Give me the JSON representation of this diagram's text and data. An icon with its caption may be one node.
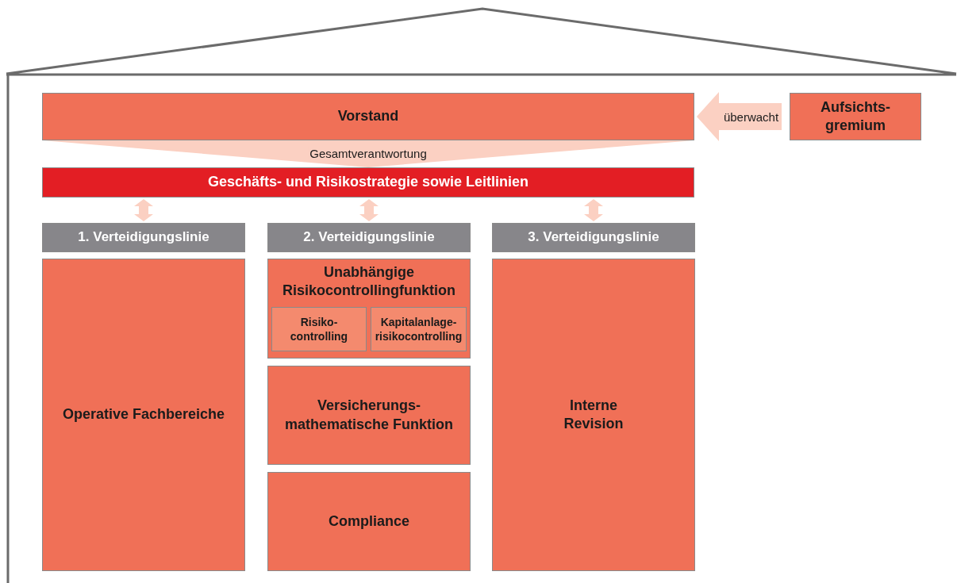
{
  "diagram": {
    "nodes": [
      {
        "text": [
          "Vorstand"
        ]
      },
      {
        "text": [
          "Aufsichts- gremium"
        ]
      },
      {
        "text": [
          "Geschäfts- und Risikostrategie sowie Leitlinien"
        ]
      },
      {
        "text": [
          "1. Verteidigungslinie"
        ]
      },
      {
        "text": [
          "2. Verteidigungslinie"
        ]
      },
      {
        "text": [
          "3. Verteidigungslinie"
        ]
      },
      {
        "text": [
          "Operative Fachbereiche"
        ]
      },
      {
        "text": [
          "Unabhängige Risikocontrollingfunktion"
        ]
      },
      {
        "text": [
          "Risiko- controlling"
        ],
        "in": 7
      },
      {
        "text": [
          "Kapitalanlage- risikocontrolling"
        ],
        "in": 7
      },
      {
        "text": [
          "Versicherungs- mathematische Funktion"
        ]
      },
      {
        "text": [
          "Compliance"
        ]
      },
      {
        "text": [
          "Interne Revision"
        ]
      }
    ],
    "edges": [
      {
        "from": 1,
        "to": 0,
        "arrow": "to",
        "label": "überwacht"
      },
      {
        "from": 0,
        "to": 2,
        "arrow": "none",
        "label": "Gesamtverantwortung"
      },
      {
        "from": 2,
        "to": 3,
        "arrow": "both"
      },
      {
        "from": 2,
        "to": 4,
        "arrow": "both"
      },
      {
        "from": 2,
        "to": 5,
        "arrow": "both"
      }
    ]
  }
}
